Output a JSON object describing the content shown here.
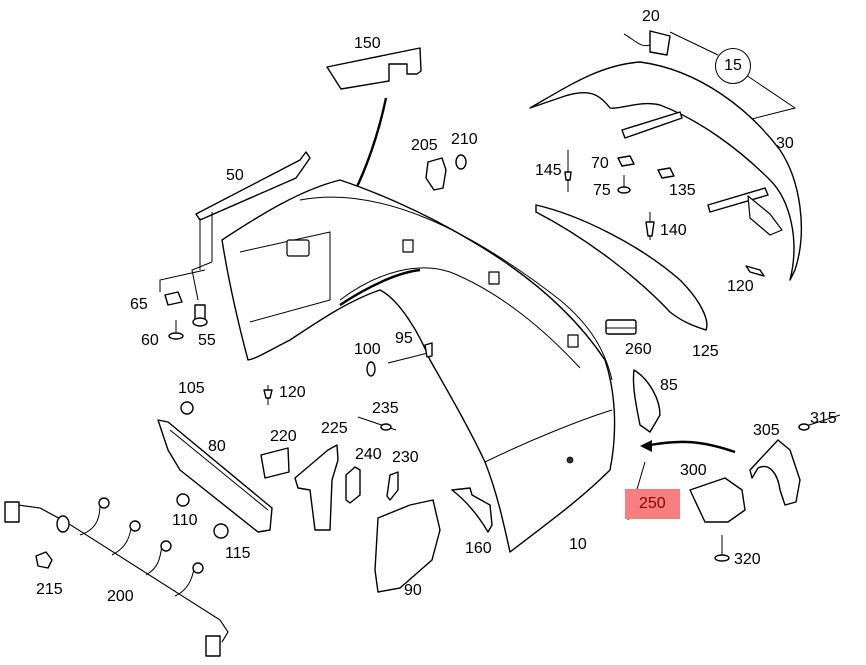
{
  "diagram": {
    "title": "Rear bumper assembly exploded parts diagram",
    "highlight_color": "#f77f7f",
    "highlight_text_color": "#8b0000",
    "callout_group": {
      "label": "15",
      "refers_to": [
        "20",
        "30"
      ]
    },
    "highlighted_part": "250",
    "parts": {
      "p10": "10",
      "p15": "15",
      "p20": "20",
      "p30": "30",
      "p50": "50",
      "p55": "55",
      "p60": "60",
      "p65": "65",
      "p70": "70",
      "p75": "75",
      "p80": "80",
      "p85": "85",
      "p90": "90",
      "p95": "95",
      "p100": "100",
      "p105": "105",
      "p110": "110",
      "p115": "115",
      "p120a": "120",
      "p120b": "120",
      "p125": "125",
      "p135": "135",
      "p140": "140",
      "p145": "145",
      "p150": "150",
      "p160": "160",
      "p200": "200",
      "p205": "205",
      "p210": "210",
      "p215": "215",
      "p220": "220",
      "p225": "225",
      "p230": "230",
      "p235": "235",
      "p240": "240",
      "p250": "250",
      "p260": "260",
      "p300": "300",
      "p305": "305",
      "p315": "315",
      "p320": "320"
    }
  }
}
